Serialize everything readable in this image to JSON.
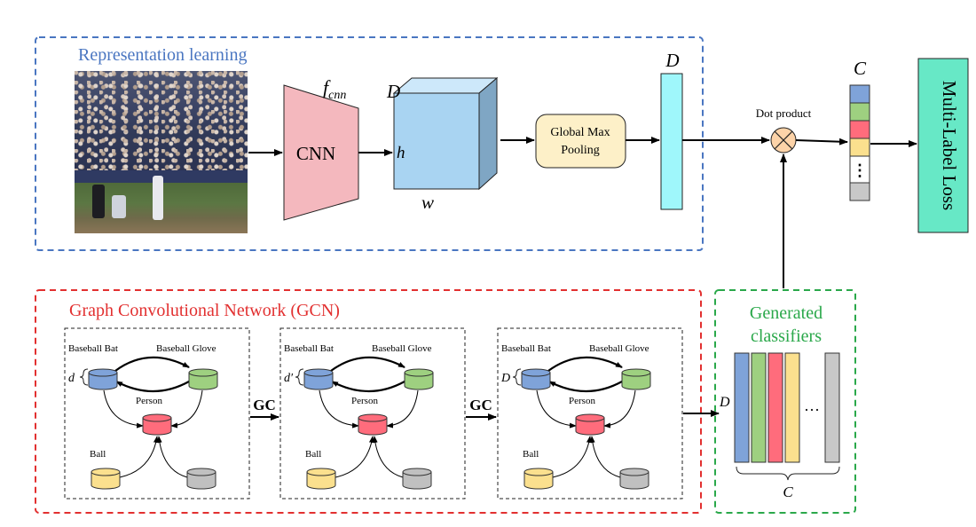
{
  "sections": {
    "representation": "Representation learning",
    "gcn": "Graph Convolutional Network (GCN)",
    "classifiers": "Generated classifiers"
  },
  "cnn": {
    "func": "f",
    "func_sub": "cnn",
    "label": "CNN"
  },
  "tensor": {
    "d": "D",
    "h": "h",
    "w": "w"
  },
  "pooling": {
    "line1": "Global Max",
    "line2": "Pooling"
  },
  "feature_vec": {
    "label": "D"
  },
  "dot": {
    "label": "Dot product",
    "symbol": "⊗"
  },
  "scores": {
    "label": "C",
    "dots": "⋮"
  },
  "loss": {
    "label": "Multi-Label Loss"
  },
  "gc_label": "GC",
  "graphs": [
    {
      "bat": "Baseball Bat",
      "glove": "Baseball Glove",
      "person": "Person",
      "ball": "Ball",
      "dim": "d"
    },
    {
      "bat": "Baseball Bat",
      "glove": "Baseball Glove",
      "person": "Person",
      "ball": "Ball",
      "dim": "d′"
    },
    {
      "bat": "Baseball Bat",
      "glove": "Baseball Glove",
      "person": "Person",
      "ball": "Ball",
      "dim": "D"
    }
  ],
  "classifier_matrix": {
    "rows": "D",
    "cols": "C",
    "dots": "···"
  },
  "colors": {
    "blue_box": "#4a76c1",
    "red_box": "#e23030",
    "green_box": "#2aa84a",
    "cnn": "#f4b8be",
    "cube_front": "#a9d4f2",
    "cube_top": "#cde8fa",
    "cube_side": "#7fa6c4",
    "pool": "#fdf0c8",
    "feature": "#9ff7fb",
    "dot": "#fdd3a8",
    "loss": "#67e8c6",
    "node_blue": "#7fa3d9",
    "node_green": "#9ed080",
    "node_red": "#ff6c7c",
    "node_yellow": "#fbe08e",
    "node_gray": "#c0c0c0"
  }
}
